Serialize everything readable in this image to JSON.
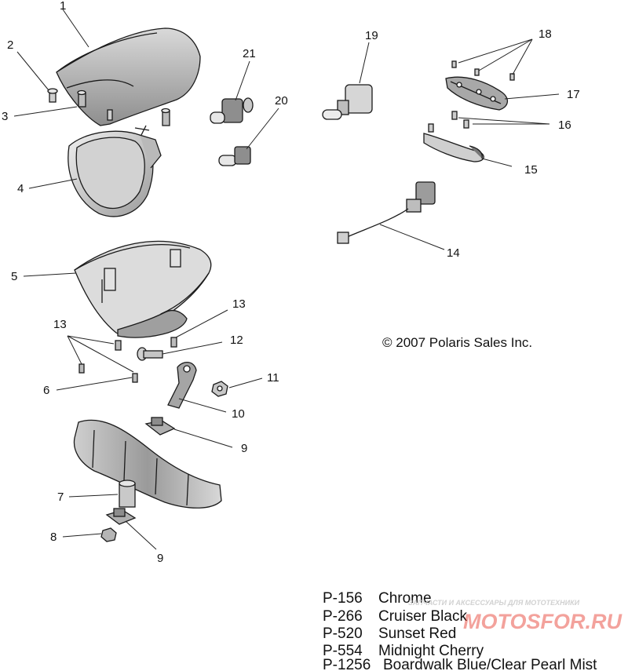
{
  "callouts": {
    "c1": "1",
    "c2": "2",
    "c3": "3",
    "c4": "4",
    "c5": "5",
    "c6": "6",
    "c7": "7",
    "c8": "8",
    "c9a": "9",
    "c9b": "9",
    "c10": "10",
    "c11": "11",
    "c12": "12",
    "c13a": "13",
    "c13b": "13",
    "c14": "14",
    "c15": "15",
    "c16": "16",
    "c17": "17",
    "c18": "18",
    "c19": "19",
    "c20": "20",
    "c21": "21"
  },
  "copyright": "© 2007 Polaris Sales Inc.",
  "legend": [
    {
      "code": "P-156",
      "name": "Chrome"
    },
    {
      "code": "P-266",
      "name": "Cruiser Black"
    },
    {
      "code": "P-520",
      "name": "Sunset Red"
    },
    {
      "code": "P-554",
      "name": "Midnight Cherry"
    },
    {
      "code": "P-1256",
      "name": "Boardwalk Blue/Clear Pearl Mist"
    }
  ],
  "watermark": {
    "logo": "MOTOSFOR.RU",
    "tagline": "ЗАПЧАСТИ И АКСЕССУАРЫ ДЛЯ МОТОТЕХНИКИ"
  },
  "colors": {
    "line": "#1a1a1a",
    "part_fill": "#e8e8e8",
    "part_dark": "#9a9a9a",
    "watermark": "#e6392b"
  }
}
